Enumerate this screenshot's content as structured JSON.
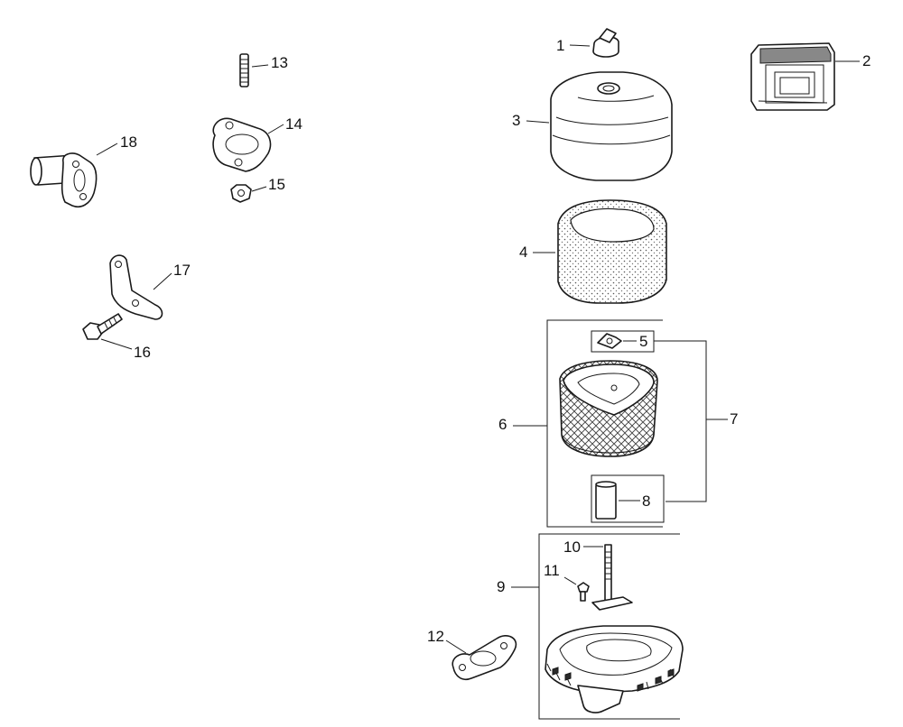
{
  "callouts": {
    "c1": "1",
    "c2": "2",
    "c3": "3",
    "c4": "4",
    "c5": "5",
    "c6": "6",
    "c7": "7",
    "c8": "8",
    "c9": "9",
    "c10": "10",
    "c11": "11",
    "c12": "12",
    "c13": "13",
    "c14": "14",
    "c15": "15",
    "c16": "16",
    "c17": "17",
    "c18": "18"
  },
  "colors": {
    "line": "#1a1a1a",
    "background": "#ffffff"
  }
}
